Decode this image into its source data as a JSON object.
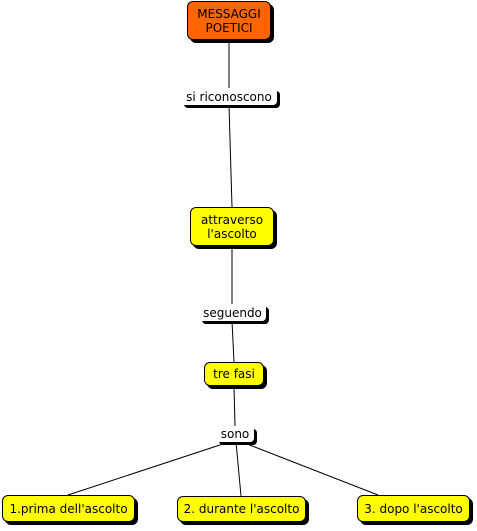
{
  "diagram": {
    "root": {
      "line1": "MESSAGGI",
      "line2": "POETICI",
      "color": "#ff6600"
    },
    "link1": {
      "label": "si riconoscono"
    },
    "concept_ascolto": {
      "line1": "attraverso",
      "line2": "l'ascolto",
      "color": "#ffff00"
    },
    "link2": {
      "label": "seguendo"
    },
    "concept_fasi": {
      "label": "tre fasi",
      "color": "#ffff00"
    },
    "link3": {
      "label": "sono"
    },
    "phases": [
      {
        "label": "1.prima dell'ascolto"
      },
      {
        "label": "2. durante l'ascolto"
      },
      {
        "label": "3. dopo l'ascolto"
      }
    ]
  }
}
